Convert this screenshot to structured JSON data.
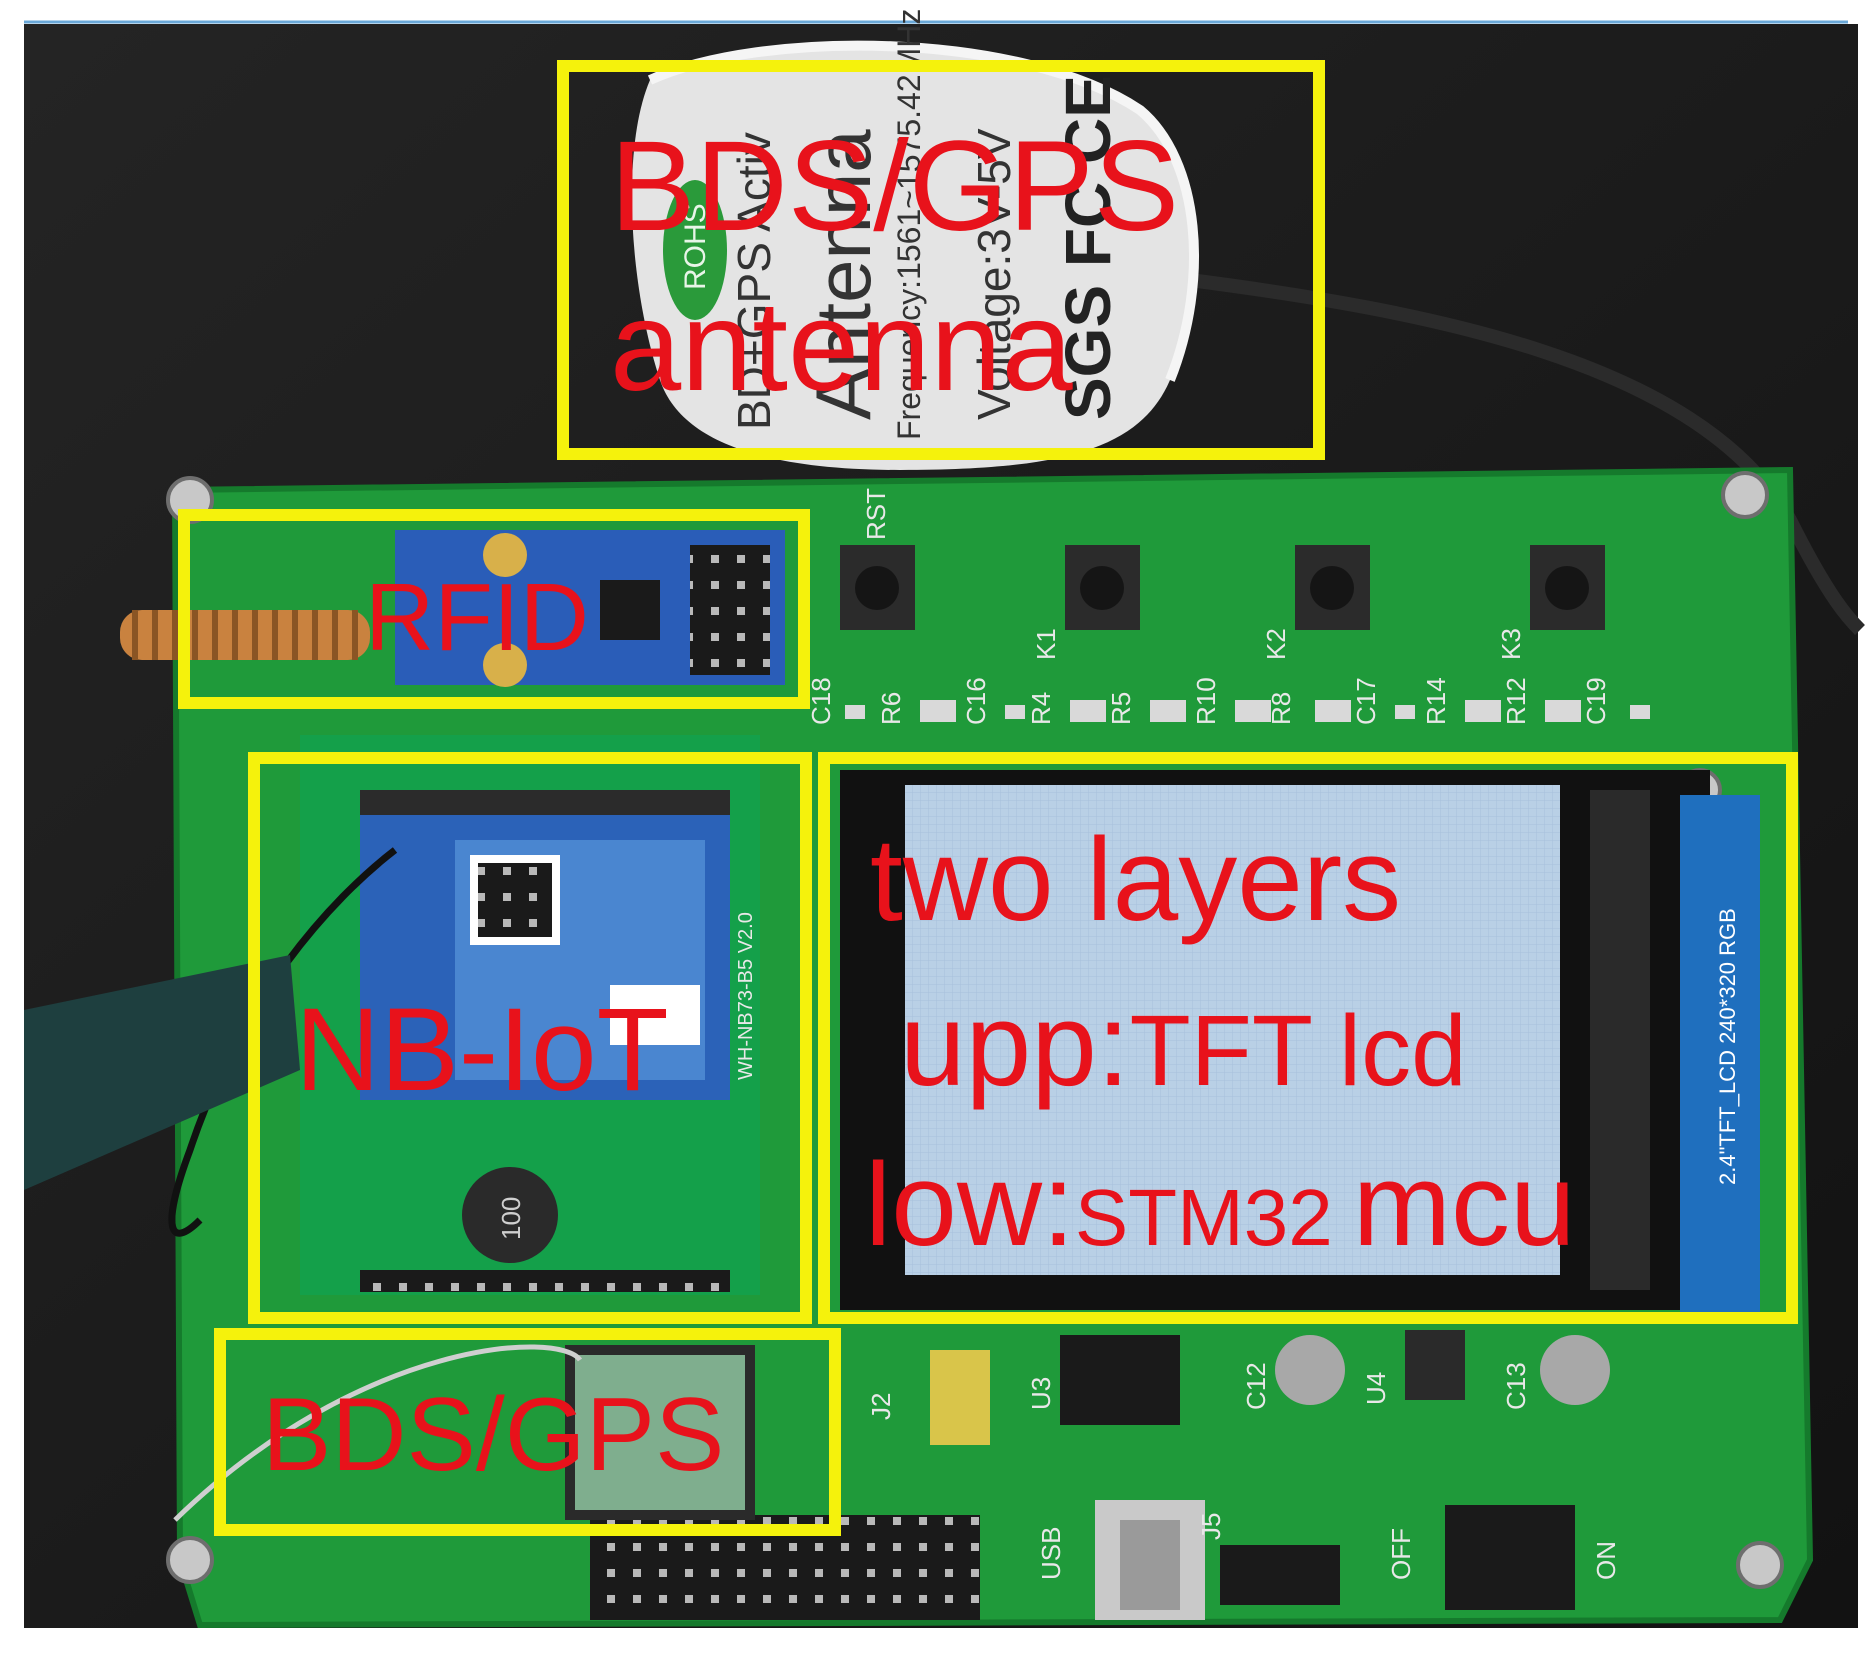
{
  "colors": {
    "highlight_box": "#f5f20c",
    "label_text": "#e8121b",
    "pcb": "#1f9a3a",
    "background": "#1b1b1b"
  },
  "labels": {
    "antenna_title_1": "BDS/GPS",
    "antenna_title_2": "antenna",
    "rfid": "RFID",
    "nbiot": "NB-IoT",
    "layers_1": "two layers",
    "layers_2a": "upp:",
    "layers_2b": "TFT lcd",
    "layers_3a": "low:",
    "layers_3b": "STM32",
    "layers_3c": "mcu",
    "bds_gps_module": "BDS/GPS"
  },
  "printed": {
    "antenna_brand": "ROHS",
    "antenna_line1": "BD+GPS Activ",
    "antenna_line2": "Antenna",
    "antenna_line3": "Frequency:1561~1575.42MHz",
    "antenna_line4": "Voltage:3V-5V",
    "antenna_line5": "SGS FC CE",
    "rst": "RST",
    "k1": "K1",
    "k2": "K2",
    "k3": "K3",
    "c18": "C18",
    "c16": "C16",
    "r6": "R6",
    "r4": "R4",
    "r5": "R5",
    "r10": "R10",
    "r8": "R8",
    "c17": "C17",
    "r14": "R14",
    "r12": "R12",
    "c19": "C19",
    "u3": "U3",
    "u4": "U4",
    "j2": "J2",
    "j5": "J5",
    "c12": "C12",
    "c13": "C13",
    "usb": "USB",
    "off": "OFF",
    "on": "ON",
    "lcd_ribbon": "2.4\"TFT_LCD 240*320 RGB",
    "module_name": "WH-NB73-B5 V2.0",
    "inductor": "100"
  }
}
